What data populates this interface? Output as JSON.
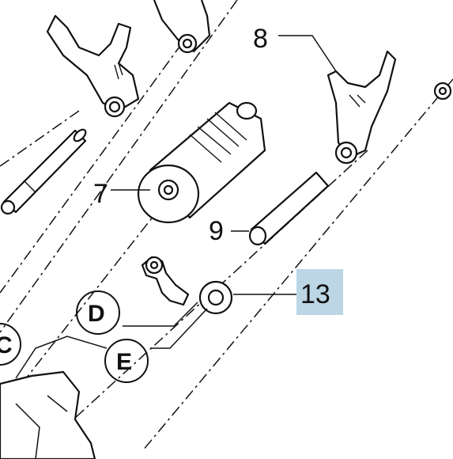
{
  "labels": {
    "fork_upper": "8",
    "drum": "7",
    "shaft": "9",
    "washer": "13"
  },
  "circles": {
    "c": "C",
    "d": "D",
    "e": "E"
  },
  "colors": {
    "highlight": "#bcd6e6",
    "ink": "#111111",
    "background": "#ffffff"
  }
}
